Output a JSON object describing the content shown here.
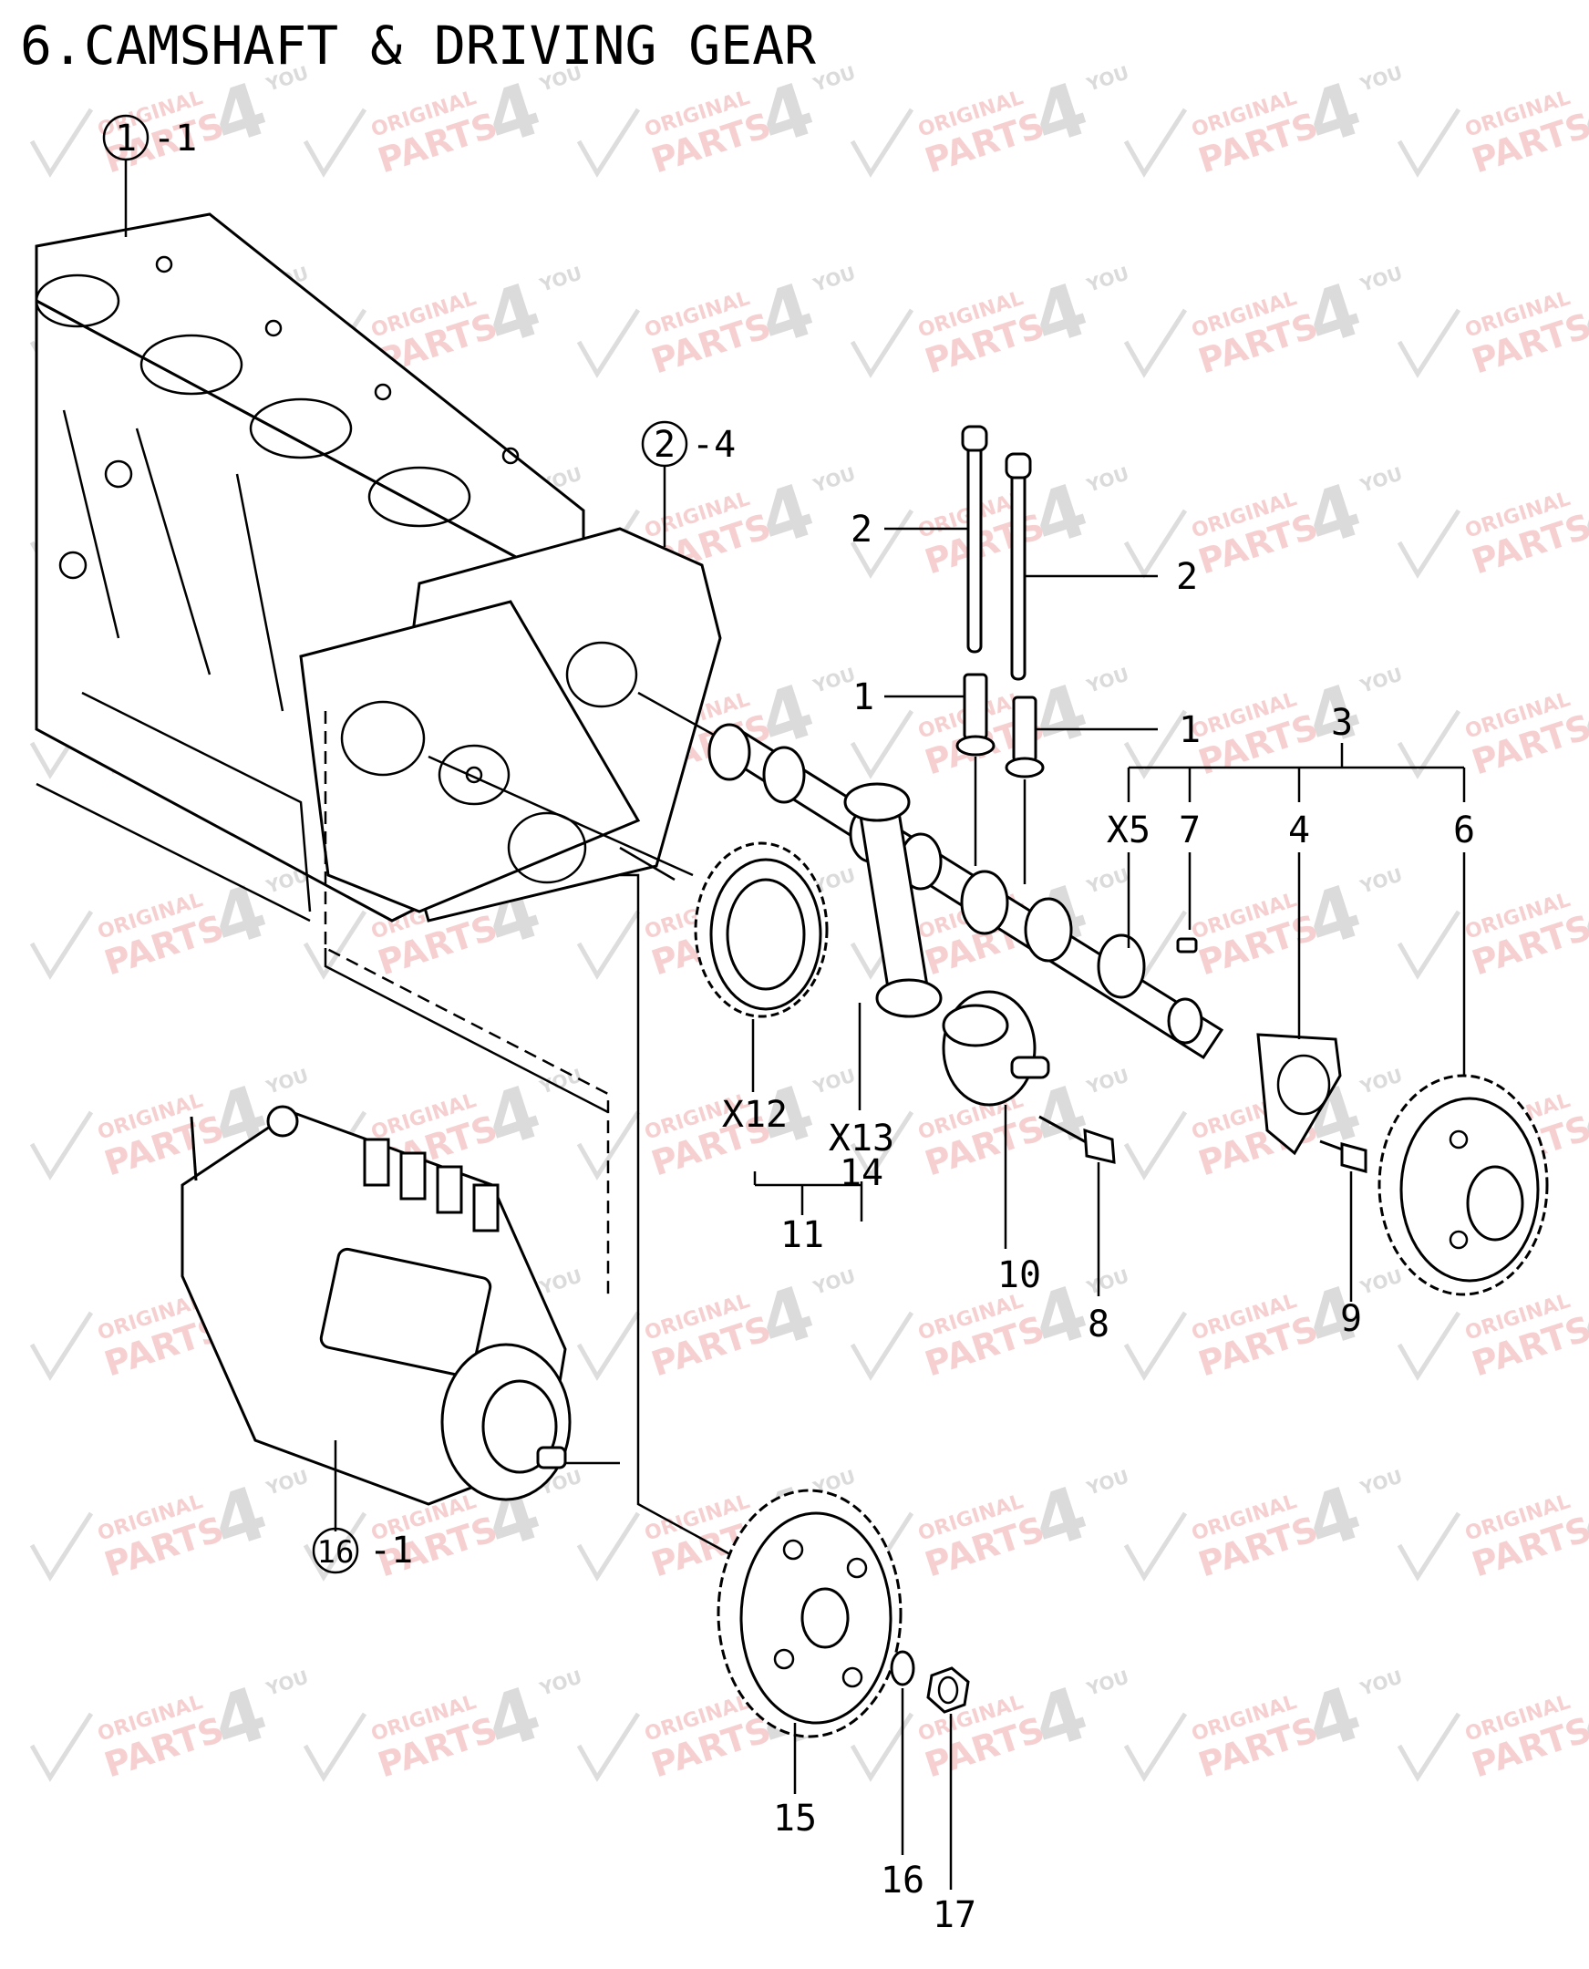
{
  "title": "6.CAMSHAFT & DRIVING GEAR",
  "watermark": {
    "line1": "ORIGINAL",
    "line2": "PARTS",
    "digit": "4",
    "suffix": "YOU"
  },
  "callouts": {
    "ref1": {
      "circled": "1",
      "suffix": "-1"
    },
    "ref2": {
      "circled": "2",
      "suffix": "-4"
    },
    "ref16": {
      "circled": "16",
      "suffix": "-1"
    }
  },
  "labels": {
    "l2a": "2",
    "l2b": "2",
    "l1a": "1",
    "l1b": "1",
    "l3": "3",
    "lx5": "X5",
    "l7": "7",
    "l4": "4",
    "l6": "6",
    "lx12": "X12",
    "lx13": "X13",
    "l14": "14",
    "l11": "11",
    "l10": "10",
    "l8": "8",
    "l9": "9",
    "l15": "15",
    "l16": "16",
    "l17": "17"
  }
}
